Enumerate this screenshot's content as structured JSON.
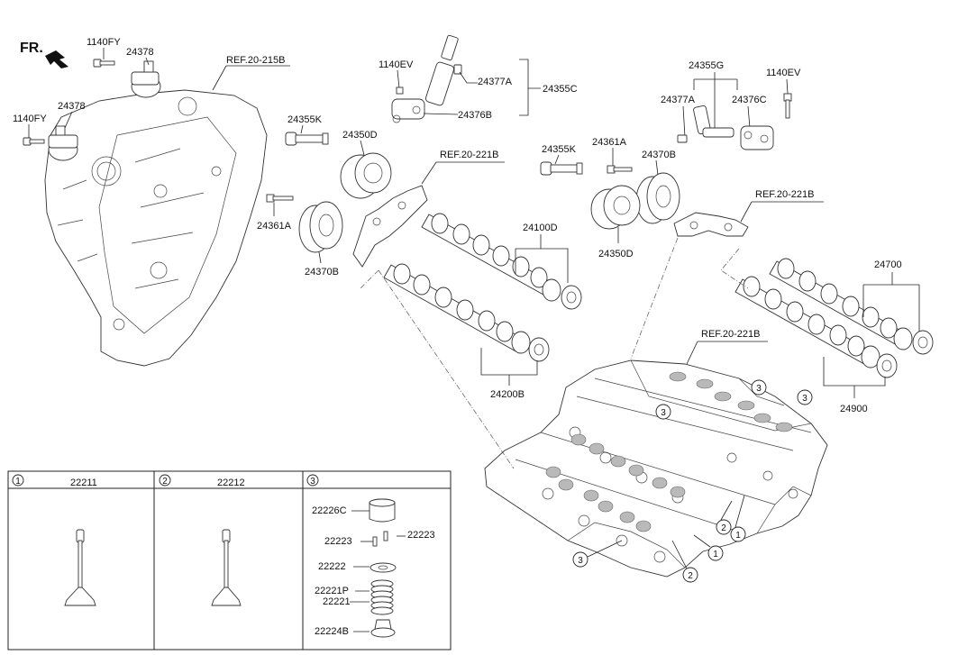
{
  "orientation": {
    "text": "FR.",
    "icon": "arrow-icon"
  },
  "refs": {
    "ref_front_cover": "REF.20-215B",
    "ref_head_left": "REF.20-221B",
    "ref_head_right": "REF.20-221B",
    "ref_head_lower": "REF.20-221B"
  },
  "parts": {
    "p1140FY_a": "1140FY",
    "p24378_a": "24378",
    "p1140FY_b": "1140FY",
    "p24378_b": "24378",
    "p1140EV_a": "1140EV",
    "p24377A_a": "24377A",
    "p24355C": "24355C",
    "p24376B": "24376B",
    "p24355K_a": "24355K",
    "p24350D_a": "24350D",
    "p24361A_a": "24361A",
    "p24370B_a": "24370B",
    "p24100D": "24100D",
    "p24200B": "24200B",
    "p24355G": "24355G",
    "p1140EV_b": "1140EV",
    "p24377A_b": "24377A",
    "p24376C": "24376C",
    "p24355K_b": "24355K",
    "p24361A_b": "24361A",
    "p24370B_b": "24370B",
    "p24350D_b": "24350D",
    "p24700": "24700",
    "p24900": "24900"
  },
  "markers": {
    "m3_a": "3",
    "m3_b": "3",
    "m3_c": "3",
    "m3_d": "3",
    "m2_a": "2",
    "m2_b": "2",
    "m1_a": "1",
    "m1_b": "1"
  },
  "table": {
    "col1": {
      "index": "1",
      "part": "22211"
    },
    "col2": {
      "index": "2",
      "part": "22212"
    },
    "col3": {
      "index": "3",
      "items": {
        "retainer": "22226C",
        "cotter_left": "22223",
        "cotter_right": "22223",
        "seat": "22222",
        "spring_p": "22221P",
        "spring": "22221",
        "seal": "22224B"
      }
    }
  }
}
